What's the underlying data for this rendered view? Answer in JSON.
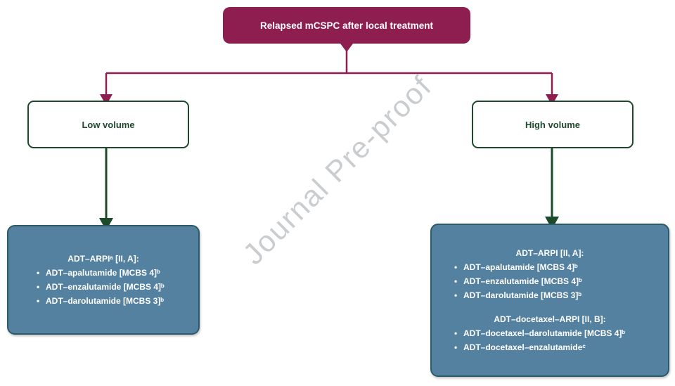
{
  "watermark": "Journal Pre-proof",
  "root": {
    "label": "Relapsed mCSPC after local treatment"
  },
  "branches": [
    {
      "condition": "Low volume",
      "treatment": {
        "sections": [
          {
            "heading": "ADT–ARPIᵃ [II, A]:",
            "items": [
              "ADT–apalutamide [MCBS 4]ᵇ",
              "ADT–enzalutamide [MCBS 4]ᵇ",
              "ADT–darolutamide [MCBS 3]ᵇ"
            ]
          }
        ]
      }
    },
    {
      "condition": "High volume",
      "treatment": {
        "sections": [
          {
            "heading": "ADT–ARPI [II, A]:",
            "items": [
              "ADT–apalutamide [MCBS 4]ᵇ",
              "ADT–enzalutamide [MCBS 4]ᵇ",
              "ADT–darolutamide [MCBS 3]ᵇ"
            ]
          },
          {
            "heading": "ADT–docetaxel–ARPI [II, B]:",
            "items": [
              "ADT–docetaxel–darolutamide [MCBS 4]ᵇ",
              "ADT–docetaxel–enzalutamideᶜ"
            ]
          }
        ]
      }
    }
  ],
  "colors": {
    "root_fill": "#8E1D50",
    "condition_border": "#1D4A2D",
    "condition_text": "#1D4A2D",
    "treatment_fill": "#54819F",
    "treatment_border": "#2C5A68",
    "arrow_maroon": "#8E1D50",
    "arrow_green": "#1D4B2A",
    "watermark_gray": "#B9BDC1"
  }
}
